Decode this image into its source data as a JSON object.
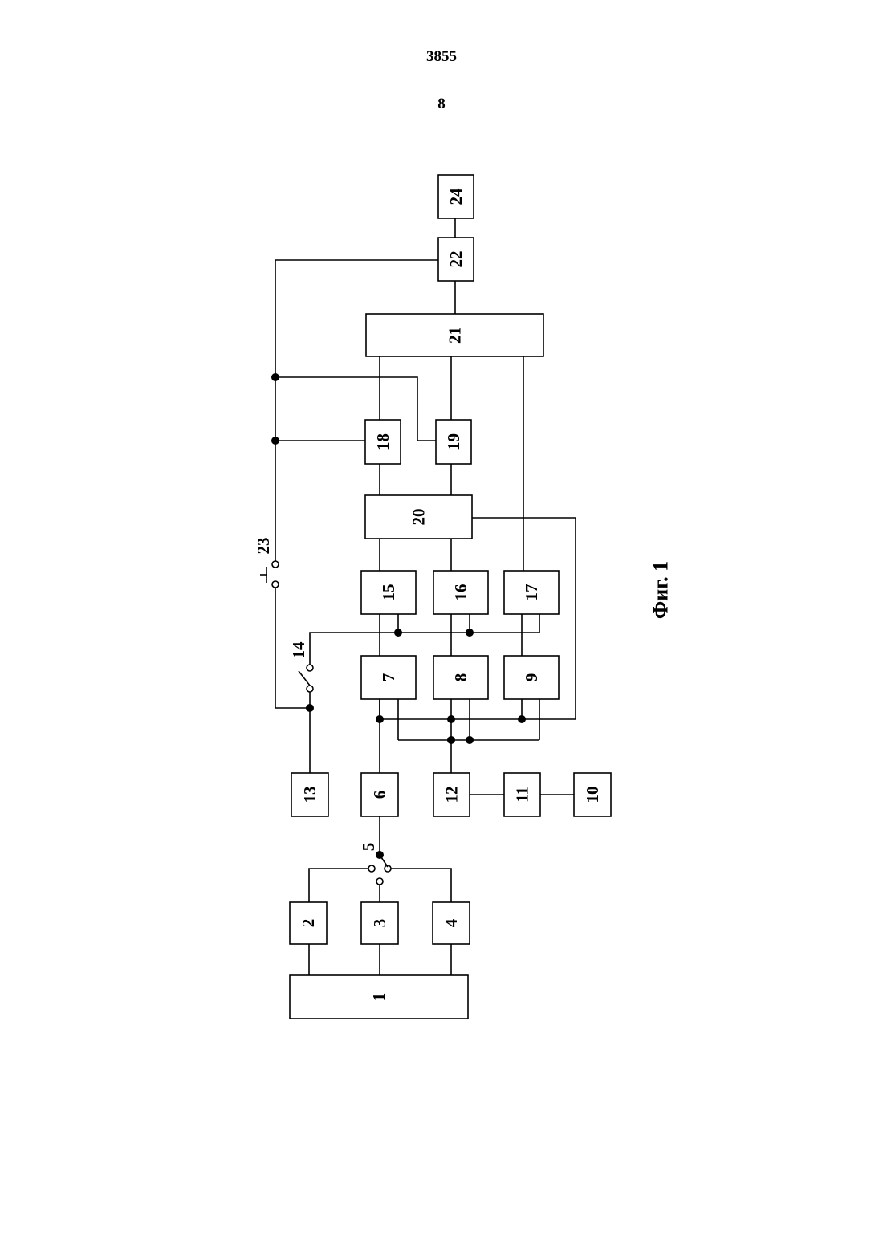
{
  "header": {
    "page_ref": "3855",
    "page_number": "8"
  },
  "caption": "Фиг. 1",
  "blocks": [
    "1",
    "2",
    "3",
    "4",
    "6",
    "7",
    "8",
    "9",
    "10",
    "11",
    "12",
    "13",
    "15",
    "16",
    "17",
    "18",
    "19",
    "20",
    "21",
    "22",
    "24"
  ],
  "switches": [
    "5",
    "14",
    "23"
  ]
}
